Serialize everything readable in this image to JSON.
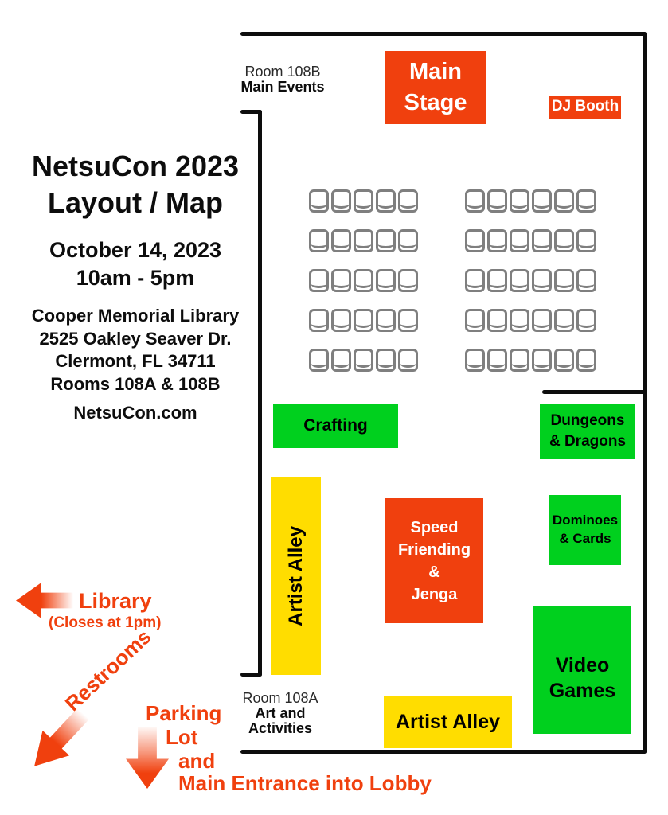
{
  "colors": {
    "orange": "#F0400E",
    "green": "#00D01E",
    "yellow": "#FFDD00",
    "wall": "#0D0D0D",
    "chair": "#7F7F7F"
  },
  "info_panel": {
    "title_line1": "NetsuCon 2023",
    "title_line2": "Layout / Map",
    "date": "October 14, 2023",
    "time": "10am - 5pm",
    "venue": "Cooper Memorial Library",
    "address": "2525 Oakley Seaver Dr.",
    "city": "Clermont, FL 34711",
    "rooms": "Rooms 108A & 108B",
    "website": "NetsuCon.com"
  },
  "room_labels": {
    "room_b": {
      "name": "Room 108B",
      "desc": "Main Events"
    },
    "room_a": {
      "name": "Room 108A",
      "desc": "Art and Activities"
    }
  },
  "areas": {
    "main_stage": {
      "label": "Main Stage"
    },
    "dj_booth": {
      "label": "DJ Booth"
    },
    "crafting": {
      "label": "Crafting"
    },
    "dungeons": {
      "lines": [
        "Dungeons",
        "& Dragons"
      ]
    },
    "artist_alley_vertical": {
      "label": "Artist Alley"
    },
    "speed_friending": {
      "lines": [
        "Speed",
        "Friending",
        "&",
        "Jenga"
      ]
    },
    "dominoes": {
      "lines": [
        "Dominoes",
        "& Cards"
      ]
    },
    "video_games": {
      "label": "Video Games"
    },
    "artist_alley_bottom": {
      "label": "Artist Alley"
    }
  },
  "seating": {
    "rows": 5,
    "left_group_chairs": 5,
    "right_group_chairs": 6
  },
  "annotations": {
    "library": {
      "label": "Library",
      "note": "(Closes at 1pm)"
    },
    "restrooms": {
      "label": "Restrooms"
    },
    "parking": {
      "lines": [
        "Parking",
        "Lot",
        "and",
        "Main Entrance into Lobby"
      ]
    }
  }
}
